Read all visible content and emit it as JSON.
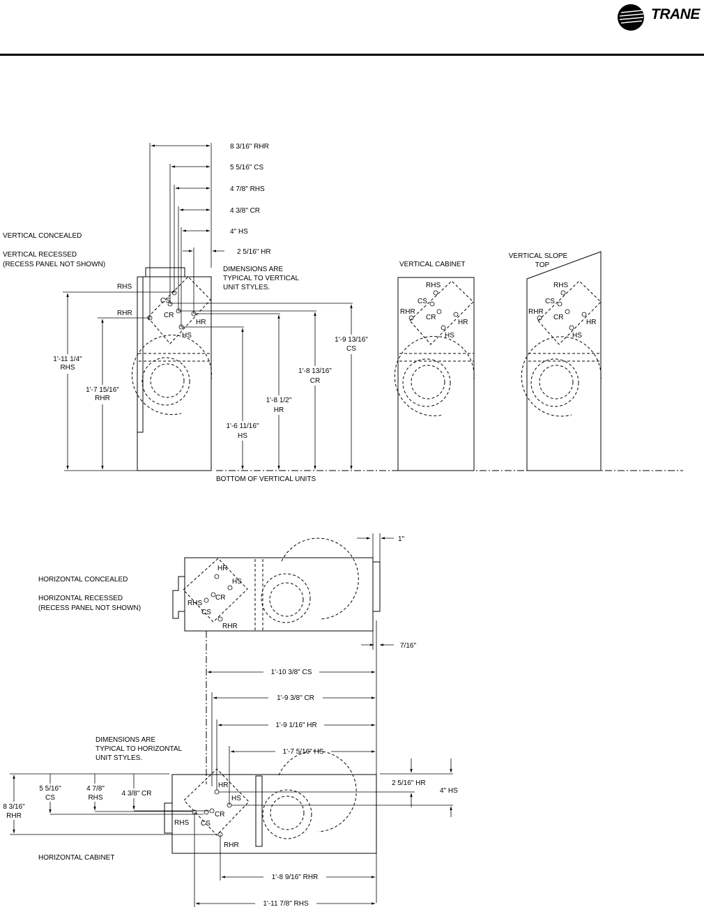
{
  "brand": {
    "name": "TRANE",
    "logo_icon": "trane-swoosh-icon"
  },
  "vertical": {
    "concealed_label": "VERTICAL CONCEALED",
    "recessed_label": "VERTICAL RECESSED",
    "recess_note": "(RECESS PANEL NOT SHOWN)",
    "typical_note": [
      "DIMENSIONS ARE",
      "TYPICAL TO VERTICAL",
      "UNIT STYLES."
    ],
    "cabinet_label": "VERTICAL CABINET",
    "slope_top_label": [
      "VERTICAL SLOPE",
      "TOP"
    ],
    "bottom_label": "BOTTOM OF VERTICAL UNITS",
    "top_dims": [
      "8 3/16\" RHR",
      "5 5/16\" CS",
      "4 7/8\" RHS",
      "4 3/8\" CR",
      "4\" HS",
      "2 5/16\" HR"
    ],
    "height_dims": {
      "rhs": [
        "1'-11 1/4\"",
        "RHS"
      ],
      "rhr": [
        "1'-7 15/16\"",
        "RHR"
      ],
      "hs": [
        "1'-6 11/16\"",
        "HS"
      ],
      "hr": [
        "1'-8 1/2\"",
        "HR"
      ],
      "cr": [
        "1'-8 13/16\"",
        "CR"
      ],
      "cs": [
        "1'-9 13/16\"",
        "CS"
      ]
    }
  },
  "horizontal": {
    "concealed_label": "HORIZONTAL CONCEALED",
    "recessed_label": "HORIZONTAL RECESSED",
    "recess_note": "(RECESS PANEL NOT SHOWN)",
    "typical_note": [
      "DIMENSIONS ARE",
      "TYPICAL TO HORIZONTAL",
      "UNIT STYLES."
    ],
    "cabinet_label": "HORIZONTAL CABINET",
    "small_dims": [
      "1\"",
      "7/16\""
    ],
    "length_dims": [
      "1'-10 3/8\" CS",
      "1'-9 3/8\" CR",
      "1'-9 1/16\" HR",
      "1'-7 5/16\" HS",
      "1'-8 9/16\" RHR",
      "1'-11 7/8\" RHS"
    ],
    "left_dims": {
      "cs": [
        "5 5/16\"",
        "CS"
      ],
      "rhs": [
        "4 7/8\"",
        "RHS"
      ],
      "cr": "4 3/8\" CR",
      "rhr": [
        "8 3/16\"",
        "RHR"
      ]
    },
    "right_dims": [
      "2 5/16\" HR",
      "4\" HS"
    ]
  },
  "connections": {
    "rhs": "RHS",
    "cs": "CS",
    "cr": "CR",
    "rhr": "RHR",
    "hr": "HR",
    "hs": "HS"
  }
}
